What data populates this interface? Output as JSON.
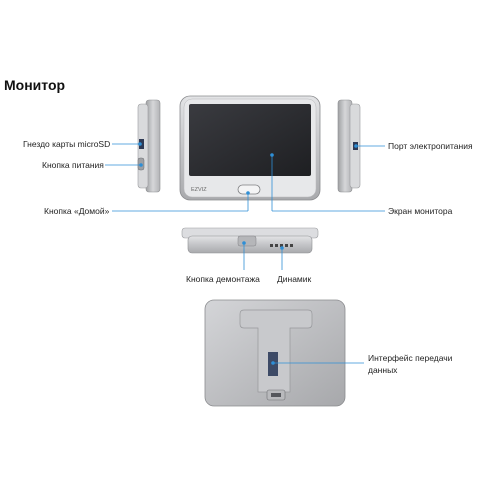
{
  "title": "Монитор",
  "labels": {
    "microsd_slot": "Гнездо карты microSD",
    "power_button": "Кнопка питания",
    "home_button": "Кнопка «Домой»",
    "power_port": "Порт электропитания",
    "screen": "Экран монитора",
    "unmount_button": "Кнопка демонтажа",
    "speaker": "Динамик",
    "data_interface_line1": "Интерфейс передачи",
    "data_interface_line2": "данных"
  },
  "brand_mark": "EZVIZ",
  "colors": {
    "leader_line": "#2f8fd6",
    "body_silver": "#c9cacc",
    "screen_dark": "#2a2b2f"
  }
}
